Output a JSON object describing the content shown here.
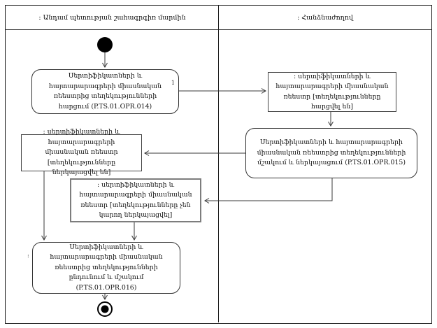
{
  "diagram": {
    "type": "uml-activity-swimlane",
    "colors": {
      "line": "#3a3a3a",
      "background": "#ffffff",
      "node_fill": "#ffffff"
    },
    "lanes": [
      {
        "label": ": Անդամ պետության շահագրգիռ մարմին"
      },
      {
        "label": ": Հանձնաժողով"
      }
    ],
    "nodes": {
      "opr014": {
        "kind": "activity",
        "text": "Սերտիֆիկատների և հայտարարագրերի միասնական ռեեստրից տեղեկությունների հարցում (P.TS.01.OPR.014)",
        "corner_mark": "1"
      },
      "registry_requested": {
        "kind": "object-state",
        "text": ": սերտիֆիկատների և հայտարարագրերի միասնական ռեեստր [տեղեկությունները հարցվել են]"
      },
      "opr015": {
        "kind": "activity",
        "text": "Սերտիֆիկատների և հայտարարագրերի միասնական ռեեստրից տեղեկությունների մշակում և ներկայացում (P.TS.01.OPR.015)"
      },
      "registry_presented": {
        "kind": "object-state",
        "text": ": սերտիֆիկատների և հայտարարագրերի միասնական ռեեստր [տեղեկությունները ներկայացվել են]"
      },
      "registry_not_presented": {
        "kind": "object-state",
        "text": ": սերտիֆիկատների և հայտարարագրերի միասնական ռեեստր [տեղեկությունները չեն կարող ներկայացվել]"
      },
      "opr016": {
        "kind": "activity",
        "text": "Սերտիֆիկատների և հայտարարագրերի միասնական ռեեստրից տեղեկությունների ընդունում և մշակում (P.TS.01.OPR.016)",
        "corner_mark": ":"
      },
      "initial_node": {
        "kind": "initial"
      },
      "final_node": {
        "kind": "final"
      }
    }
  }
}
